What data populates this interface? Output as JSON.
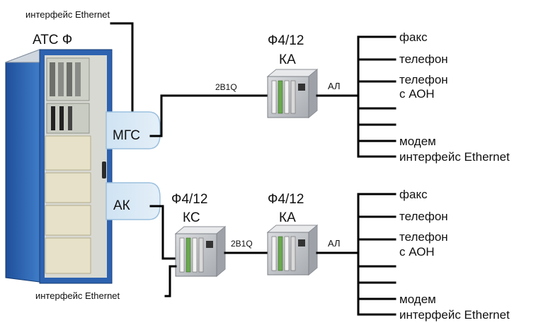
{
  "top_note": "интерфейс Ethernet",
  "bottom_note": "интерфейс Ethernet",
  "station": {
    "title": "АТС Ф",
    "module_mgs": "МГС",
    "module_ak": "АК"
  },
  "unit_top": {
    "line1": "Ф4/12",
    "line2": "КА",
    "in_label": "2В1Q",
    "out_label": "АЛ"
  },
  "unit_bottom_ks": {
    "line1": "Ф4/12",
    "line2": "КС"
  },
  "unit_bottom_ka": {
    "line1": "Ф4/12",
    "line2": "КА",
    "in_label": "2В1Q",
    "out_label": "АЛ"
  },
  "fan_top": {
    "fax": "факс",
    "phone": "телефон",
    "phone_aon_1": "телефон",
    "phone_aon_2": "с АОН",
    "modem": "модем",
    "ethernet": "интерфейс Ethernet"
  },
  "fan_bottom": {
    "fax": "факс",
    "phone": "телефон",
    "phone_aon_1": "телефон",
    "phone_aon_2": "с АОН",
    "modem": "модем",
    "ethernet": "интерфейс Ethernet"
  }
}
